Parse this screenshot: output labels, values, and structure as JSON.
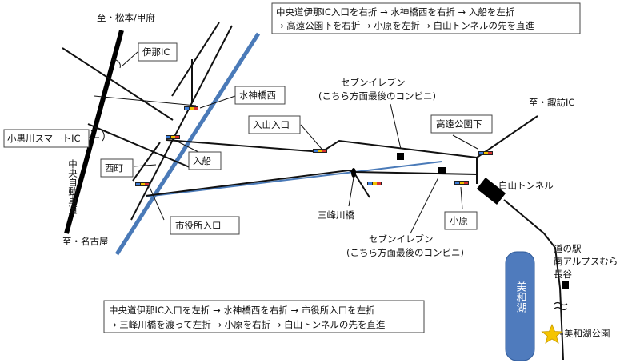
{
  "directions": {
    "to_matsumoto": "至・松本/甲府",
    "to_suwa": "至・諏訪IC",
    "to_nagoya": "至・名古屋"
  },
  "expressway": {
    "label": "中央自動車道"
  },
  "labels": {
    "ina_ic": "伊那IC",
    "kogurogawa_smart_ic": "小黒川スマートIC",
    "suijinbashi_nishi": "水神橋西",
    "yamairiguchi": "入山入口",
    "irifune": "入船",
    "nishimachi": "西町",
    "shiyakusho_iriguchi": "市役所入口",
    "sanpogawa_bashi": "三峰川橋",
    "koen_shita": "高遠公園下",
    "obara": "小原",
    "hakusan_tunnel": "白山トンネル",
    "seven_top_line1": "セブンイレブン",
    "seven_top_line2": "(こちら方面最後のコンビニ)",
    "seven_bottom_line1": "セブンイレブン",
    "seven_bottom_line2": "(こちら方面最後のコンビニ)",
    "michinoeki_line1": "道の駅",
    "michinoeki_line2": "南アルプスむら",
    "michinoeki_line3": "長谷",
    "miwako_park": "美和湖公園",
    "lake": "美和湖"
  },
  "route_top": {
    "line1": "中央道伊那IC入口を右折 → 水神橋西を右折 → 入船を左折",
    "line2": "→ 高遠公園下を右折 → 小原を左折 → 白山トンネルの先を直進"
  },
  "route_bottom": {
    "line1": "中央道伊那IC入口を左折 → 水神橋西を右折 → 市役所入口を左折",
    "line2": "→ 三峰川橋を渡って左折 → 小原を右折 → 白山トンネルの先を直進"
  },
  "colors": {
    "expressway": "#000000",
    "river": "#4a7ab8",
    "lake": "#4f7bbd",
    "star": "#f5c400"
  }
}
